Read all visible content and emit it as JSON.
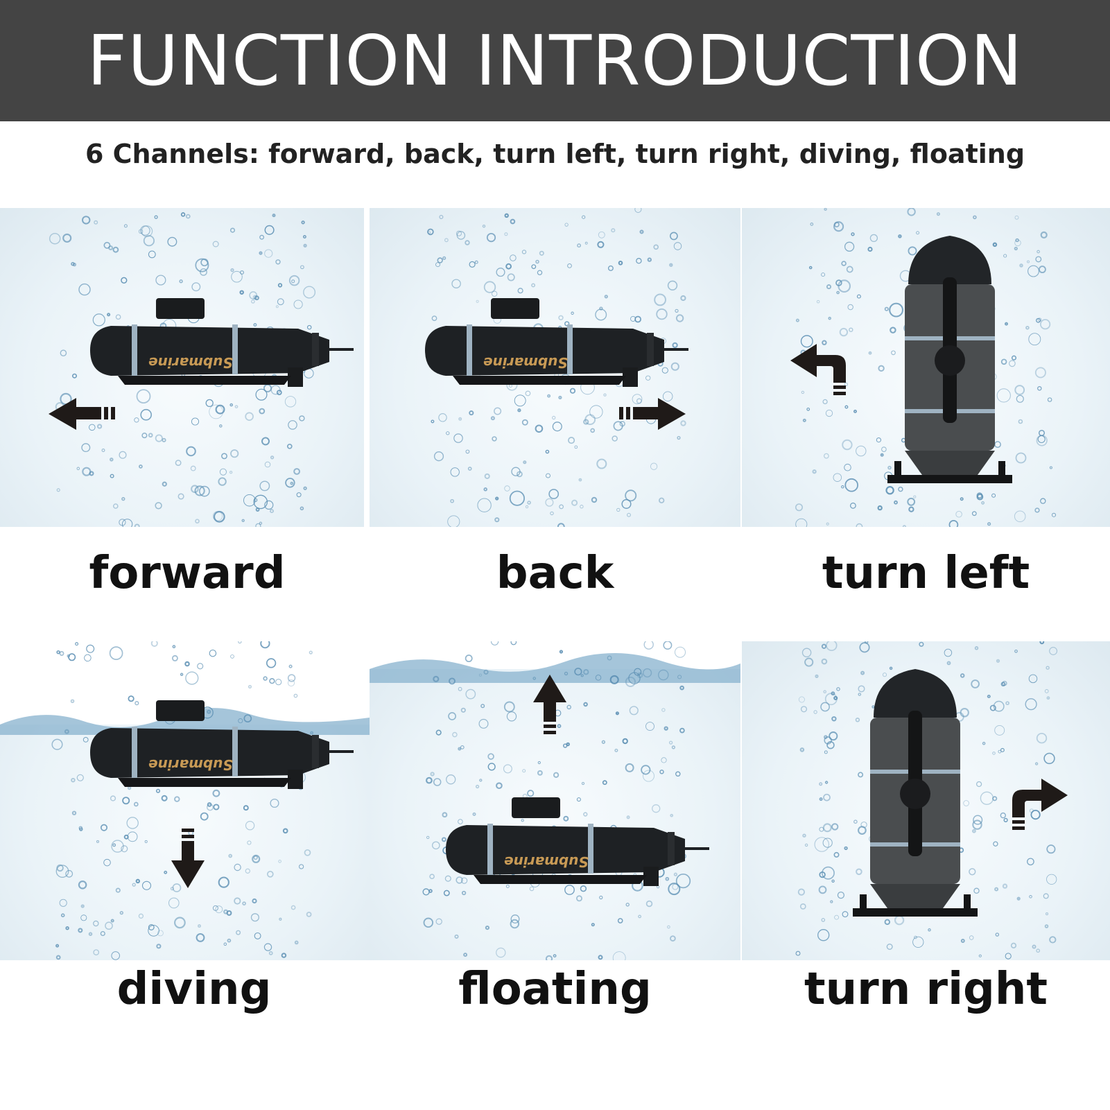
{
  "header": {
    "title": "FUNCTION INTRODUCTION"
  },
  "subtitle": "6 Channels: forward, back, turn left, turn right, diving, floating",
  "panels": [
    {
      "label": "forward"
    },
    {
      "label": "back"
    },
    {
      "label": "turn left"
    },
    {
      "label": "diving"
    },
    {
      "label": "floating"
    },
    {
      "label": "turn right"
    }
  ],
  "submarine_brand": "Submarine",
  "colors": {
    "header_bg": "#444444",
    "header_text": "#ffffff",
    "water": "#5b8fb3",
    "hull": "#1e2124",
    "hull_vertical": "#4a4d4f",
    "arrow": "#1f1a18",
    "brand_text": "#c89a55"
  }
}
